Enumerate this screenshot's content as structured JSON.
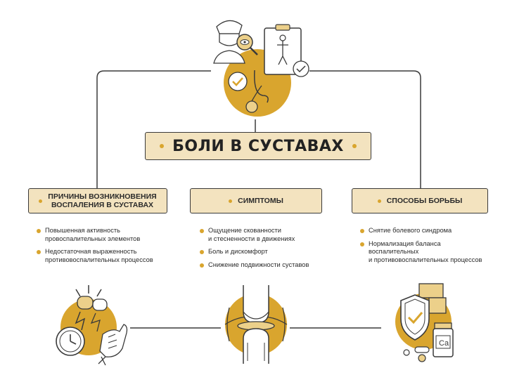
{
  "main_title": "БОЛИ В СУСТАВАХ",
  "colors": {
    "accent": "#d9a52e",
    "panel": "#f3e3bf",
    "outline": "#3a3a3a",
    "light_accent": "#ecd08a"
  },
  "categories": [
    {
      "label": "ПРИЧИНЫ ВОЗНИКНОВЕНИЯ\nВОСПАЛЕНИЯ В СУСТАВАХ",
      "items": [
        "Повышенная активность\nпровоспалительных элементов",
        "Недостаточная выраженность\nпротивовоспалительных процессов"
      ]
    },
    {
      "label": "СИМПТОМЫ",
      "items": [
        "Ощущение скованности\nи стесненности в движениях",
        "Боль и дискомфорт",
        "Снижение подвижности суставов"
      ]
    },
    {
      "label": "СПОСОБЫ БОРЬБЫ",
      "items": [
        "Снятие болевого синдрома",
        "Нормализация баланса\nвоспалительных\nи противовоспалительных процессов"
      ]
    }
  ],
  "illustrations": {
    "top": "doctor-diagnosis-icon",
    "bottom_left": "joint-pain-clock-hand-icon",
    "bottom_center": "knee-joint-icon",
    "bottom_right": "shield-check-medication-icon",
    "calcium_label": "Ca"
  }
}
